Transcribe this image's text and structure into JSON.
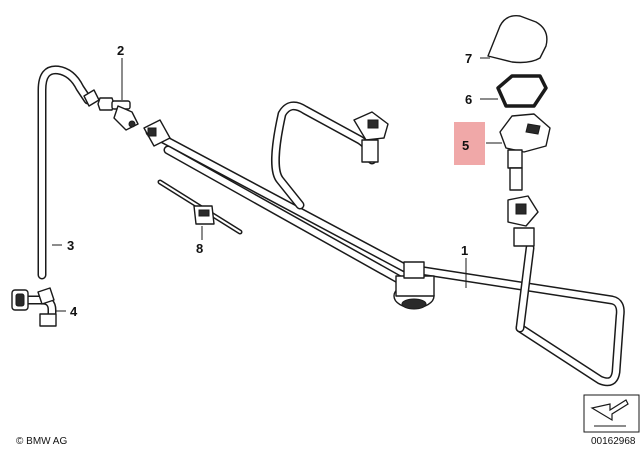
{
  "diagram": {
    "callouts": [
      {
        "id": "c1",
        "label": "1"
      },
      {
        "id": "c2",
        "label": "2"
      },
      {
        "id": "c3",
        "label": "3"
      },
      {
        "id": "c4",
        "label": "4"
      },
      {
        "id": "c5",
        "label": "5",
        "highlight_color": "#f0a8a8"
      },
      {
        "id": "c6",
        "label": "6"
      },
      {
        "id": "c7",
        "label": "7"
      },
      {
        "id": "c8",
        "label": "8"
      }
    ],
    "copyright": "© BMW AG",
    "image_number": "00162968"
  }
}
